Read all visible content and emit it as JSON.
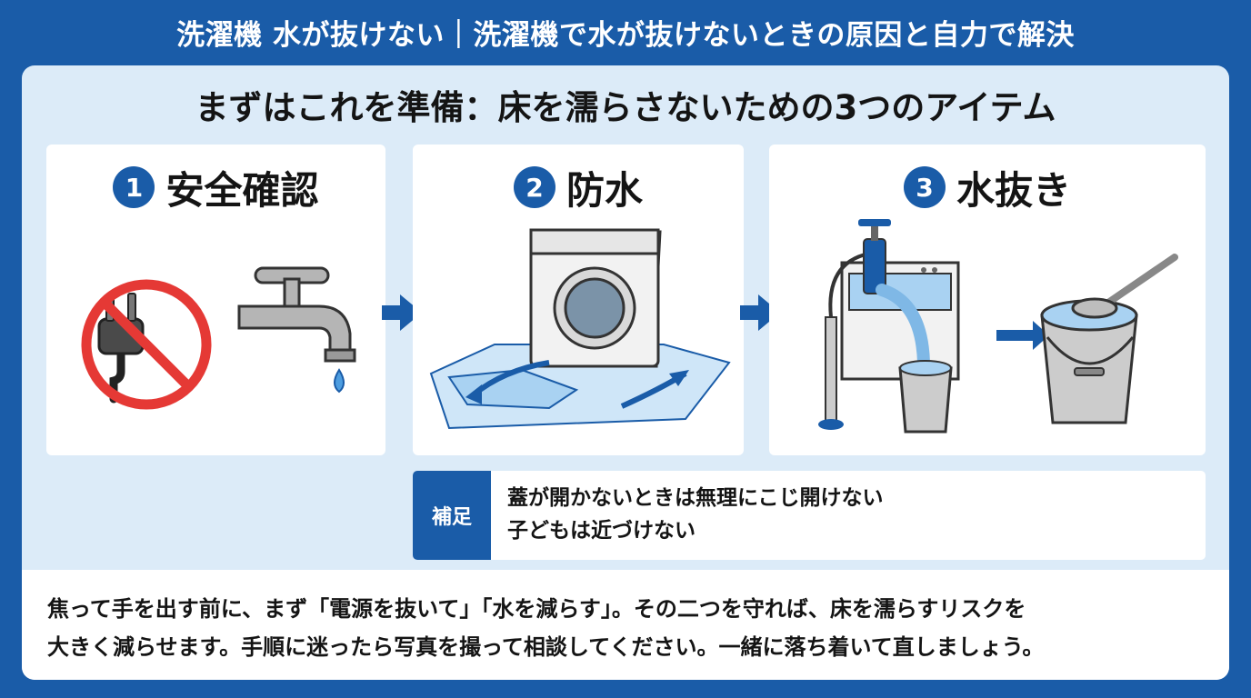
{
  "header": {
    "title": "洗濯機 水が抜けない｜洗濯機で水が抜けないときの原因と自力で解決"
  },
  "panel": {
    "title": "まずはこれを準備：床を濡らさないための3つのアイテム"
  },
  "steps": [
    {
      "number": "1",
      "title": "安全確認",
      "icons": [
        "no-plug-icon",
        "faucet-icon"
      ]
    },
    {
      "number": "2",
      "title": "防水",
      "icons": [
        "washing-machine-on-mat-icon"
      ]
    },
    {
      "number": "3",
      "title": "水抜き",
      "icons": [
        "pump-bucket-icon",
        "bucket-ladle-icon"
      ]
    }
  ],
  "note": {
    "label": "補足",
    "lines": [
      "蓋が開かないときは無理にこじ開けない",
      "子どもは近づけない"
    ]
  },
  "footer": {
    "lines": [
      "焦って手を出す前に、まず「電源を抜いて」「水を減らす」。その二つを守れば、床を濡らすリスクを",
      "大きく減らせます。手順に迷ったら写真を撮って相談してください。一緒に落ち着いて直しましょう。"
    ]
  },
  "colors": {
    "brand": "#1a5ca8",
    "panel": "#dcebf8",
    "prohibit": "#e53935",
    "water": "#7fb8e6"
  }
}
